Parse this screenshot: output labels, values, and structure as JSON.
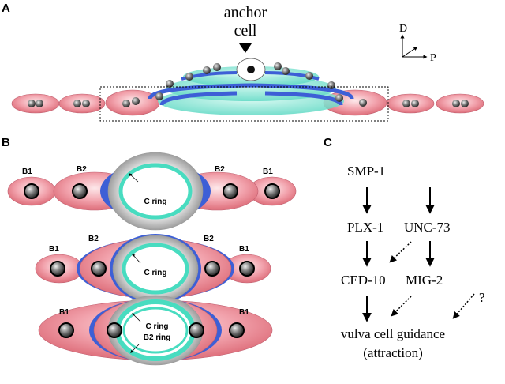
{
  "panels": {
    "a": "A",
    "b": "B",
    "c": "C"
  },
  "panel_a": {
    "anchor_line1": "anchor",
    "anchor_line2": "cell",
    "axis_dorsal": "D",
    "axis_posterior": "P"
  },
  "panel_b": {
    "b1": "B1",
    "b2": "B2",
    "c_ring": "C ring",
    "b2_ring": "B2 ring"
  },
  "panel_c": {
    "smp1": "SMP-1",
    "plx1": "PLX-1",
    "unc73": "UNC-73",
    "ced10": "CED-10",
    "mig2": "MIG-2",
    "question": "?",
    "output_line1": "vulva cell guidance",
    "output_line2": "(attraction)"
  },
  "colors": {
    "vpc_pink": "#f2a0aa",
    "ring_blue": "#3d5fd6",
    "ring_cyan": "#48dcc0",
    "nucleus_gray": "#7a7a7a",
    "ring_gray": "#b4b4b4"
  }
}
